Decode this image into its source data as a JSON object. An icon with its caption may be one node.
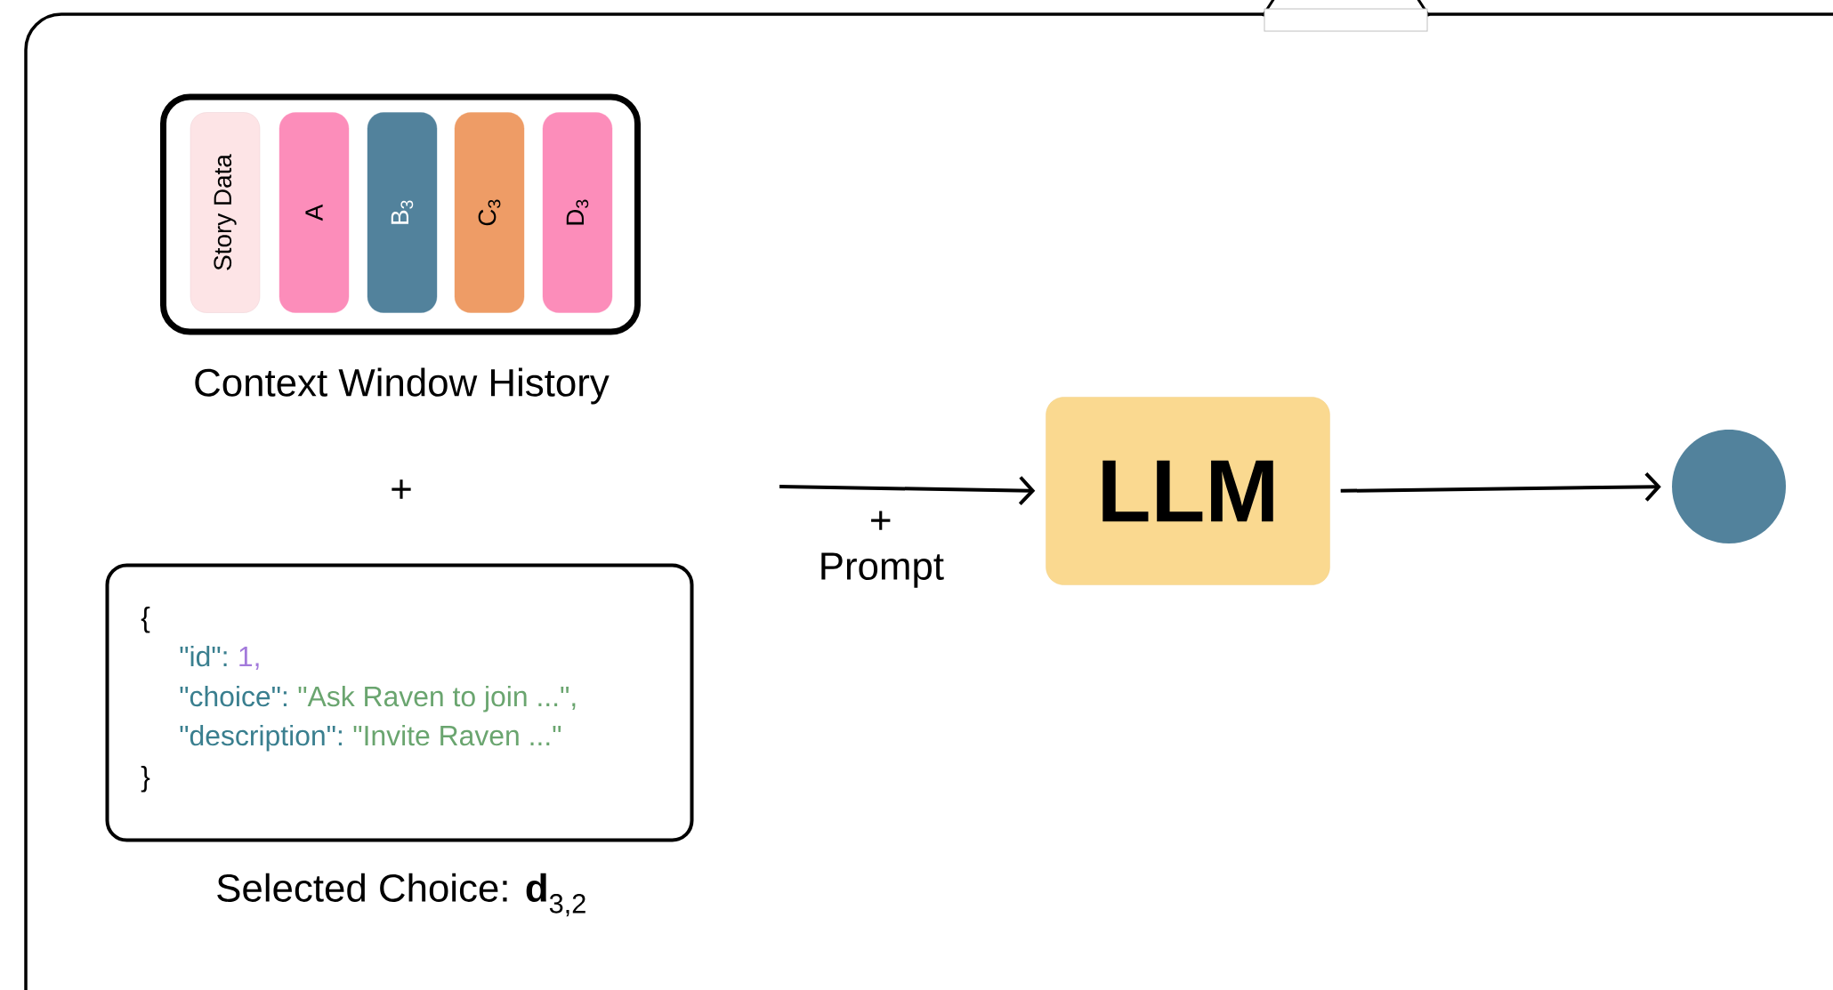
{
  "diagram": {
    "nodes": [
      {
        "text": [],
        "shape": "box",
        "beside": [
          "Context Window History"
        ]
      },
      {
        "text": [
          "Story Data"
        ],
        "in": 0
      },
      {
        "text": [
          "A"
        ],
        "in": 0
      },
      {
        "text": [
          "B$_{3}$"
        ],
        "in": 0
      },
      {
        "text": [
          "C$_{3}$"
        ],
        "in": 0
      },
      {
        "text": [
          "D$_{3}$"
        ],
        "in": 0
      },
      {
        "text": [
          "{",
          "\"id\":",
          "1,",
          "\"choice\":",
          "\"Ask Raven to join ...\",",
          "\"description\":",
          "\"Invite Raven ...\"",
          "}"
        ],
        "beside": [
          "Selected Choice: **d**$_{3,2}$"
        ]
      },
      {
        "text": [
          "LLM"
        ]
      },
      {
        "text": [],
        "shape": "circle"
      }
    ],
    "edges": [
      {
        "from": null,
        "to": 7,
        "arrow": "to",
        "label": "+ Prompt"
      },
      {
        "from": 7,
        "to": 8,
        "arrow": "to"
      }
    ],
    "labels": [
      "+"
    ]
  }
}
